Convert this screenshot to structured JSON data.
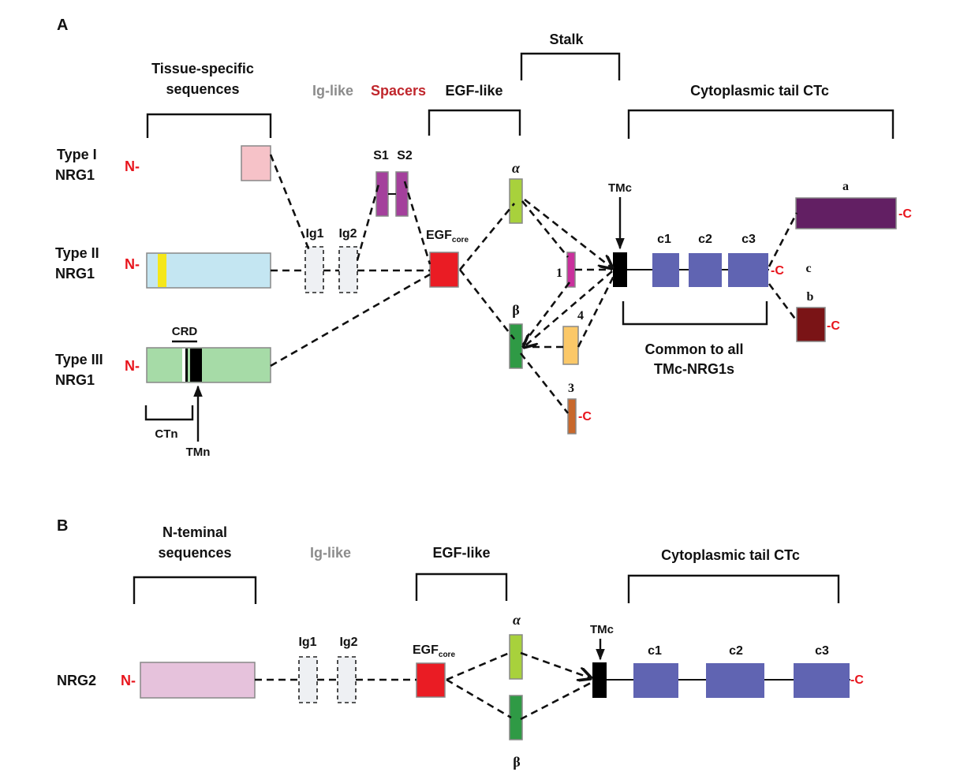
{
  "panelA": {
    "panel_label": "A",
    "headers": {
      "tissue_specific_1": "Tissue-specific",
      "tissue_specific_2": "sequences",
      "ig_like": "Ig-like",
      "spacers": "Spacers",
      "egf_like": "EGF-like",
      "stalk": "Stalk",
      "cytoplasmic_tail": "Cytoplasmic tail CTc"
    },
    "rows": [
      {
        "name_1": "Type I",
        "name_2": "NRG1",
        "n_term": "N-",
        "color": "#f6c2c8"
      },
      {
        "name_1": "Type II",
        "name_2": "NRG1",
        "n_term": "N-",
        "color": "#c4e6f2",
        "stripe_color": "#f5e71a"
      },
      {
        "name_1": "Type III",
        "name_2": "NRG1",
        "n_term": "N-",
        "color": "#a6dba7"
      }
    ],
    "type3_labels": {
      "crd": "CRD",
      "ctn": "CTn",
      "tmn": "TMn"
    },
    "ig": {
      "ig1": "Ig1",
      "ig2": "Ig2"
    },
    "spacers": {
      "s1": "S1",
      "s2": "S2",
      "color": "#a4409c"
    },
    "egf_core": {
      "main": "EGF",
      "sub": "core",
      "color": "#ea1c24"
    },
    "egf_variants": {
      "alpha": "α",
      "beta": "β",
      "alpha_color": "#a8d13c",
      "beta_color": "#2f9a45"
    },
    "stalk_variants": [
      {
        "label": "1",
        "color": "#c9309c"
      },
      {
        "label": "4",
        "color": "#fbc868"
      },
      {
        "label": "3",
        "color": "#c8682c",
        "c_term": "-C"
      }
    ],
    "tmc": "TMc",
    "tmc_color": "#000000",
    "domains": {
      "c1": "c1",
      "c2": "c2",
      "c3": "c3",
      "color": "#6064b2"
    },
    "c_term": "-C",
    "tail_variants": [
      {
        "label": "a",
        "color": "#621f63",
        "c_term": "-C"
      },
      {
        "label": "c",
        "c_term": "-C"
      },
      {
        "label": "b",
        "color": "#7a1416",
        "c_term": "-C"
      }
    ],
    "common_1": "Common to all",
    "common_2": "TMc-NRG1s"
  },
  "panelB": {
    "panel_label": "B",
    "headers": {
      "n_terminal_1": "N-teminal",
      "n_terminal_2": "sequences",
      "ig_like": "Ig-like",
      "egf_like": "EGF-like",
      "cytoplasmic_tail": "Cytoplasmic tail CTc"
    },
    "row": {
      "name": "NRG2",
      "n_term": "N-",
      "color": "#e6c2dc"
    },
    "ig": {
      "ig1": "Ig1",
      "ig2": "Ig2"
    },
    "egf_core": {
      "main": "EGF",
      "sub": "core"
    },
    "egf_variants": {
      "alpha": "α",
      "beta": "β"
    },
    "tmc": "TMc",
    "domains": {
      "c1": "c1",
      "c2": "c2",
      "c3": "c3"
    },
    "c_term": "-C"
  }
}
